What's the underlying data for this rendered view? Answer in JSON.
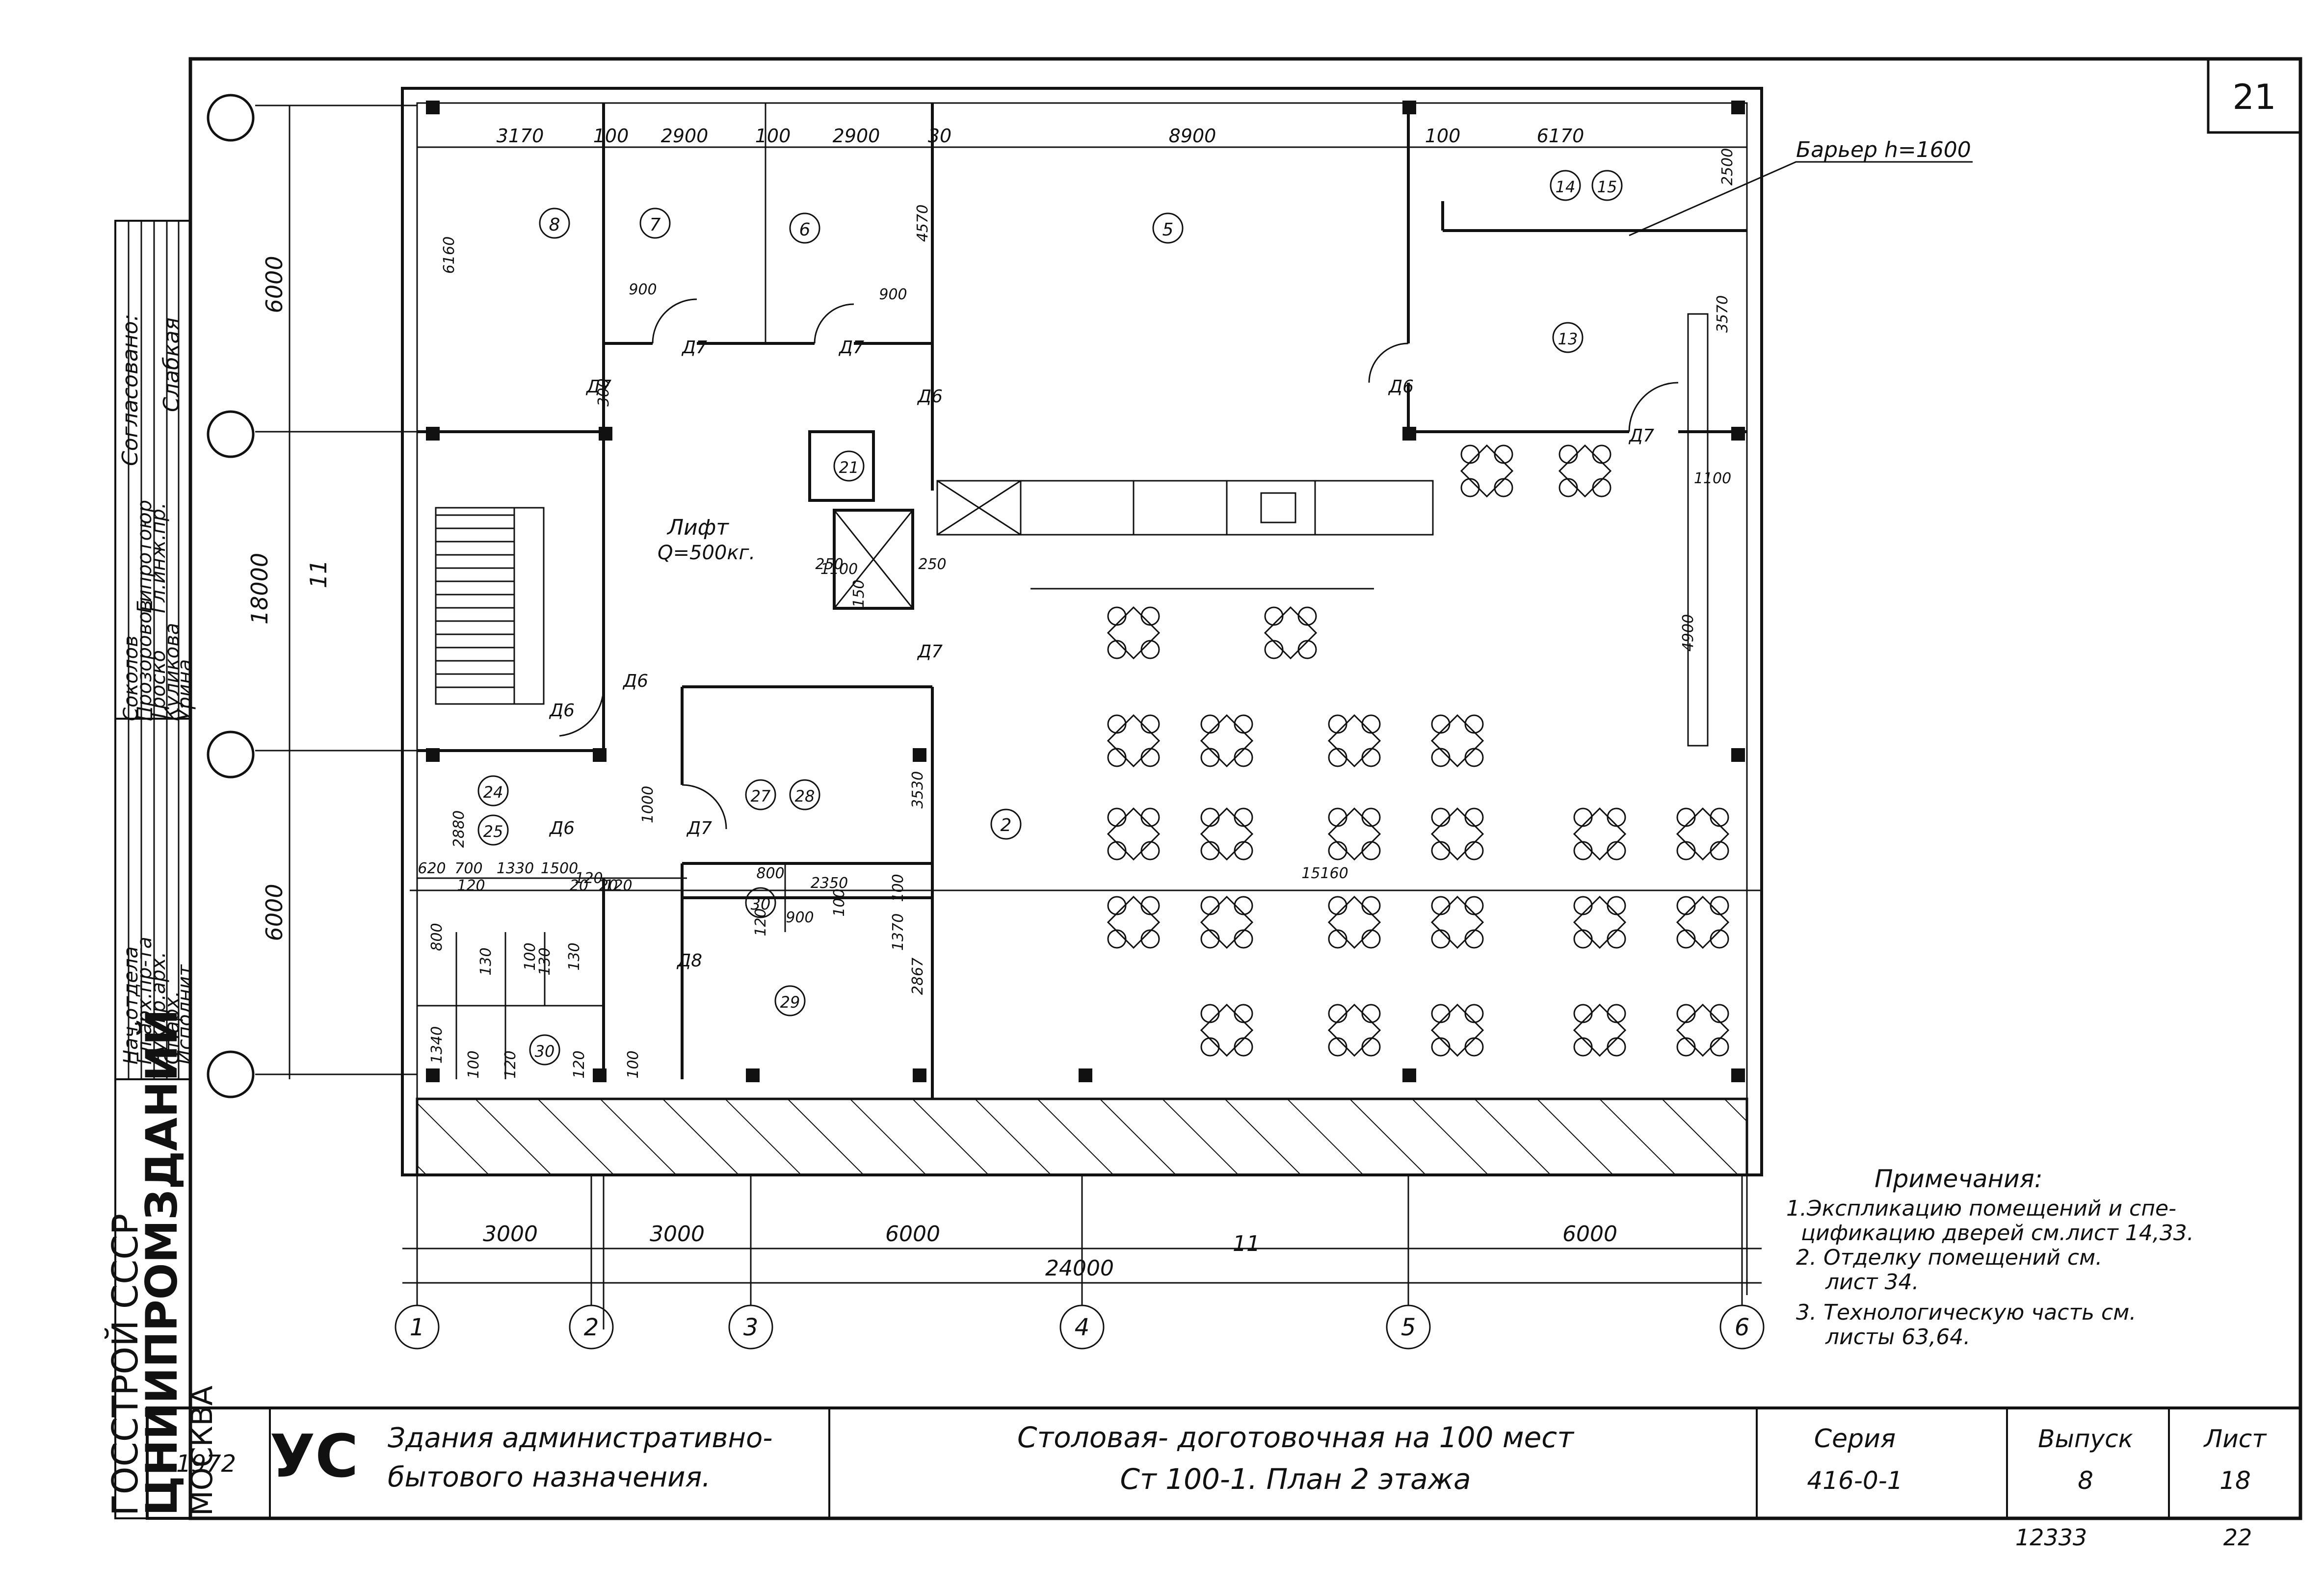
{
  "sheet": {
    "corner_number": "21",
    "left_stamp": {
      "org_lines": [
        "ГОССТРОЙ СССР",
        "ЦНИИПРОМЗДАНИЙ",
        "МОСКВА"
      ],
      "roles": [
        "Нач.отдела",
        "Гл.арх.пр-та",
        "Рук.гр.арх.",
        "Ст.арх.",
        "Исполнит."
      ],
      "names": [
        "Соколов",
        "Прозоровов",
        "Троско",
        "Куликова",
        "Урина"
      ],
      "approval": {
        "title": "Согласовано:",
        "role1": "Гипротоюр",
        "role2": "Гл.инж.пр.",
        "name": "Слабкая"
      }
    }
  },
  "plan": {
    "barrier_label": "Барьер h=1600",
    "lift_label": [
      "Лифт",
      "Q=500кг."
    ],
    "room_numbers": [
      "8",
      "7",
      "6",
      "5",
      "14",
      "15",
      "13",
      "21",
      "2",
      "24",
      "25",
      "27",
      "28",
      "30",
      "29",
      "30"
    ],
    "door_marks": [
      "Д7",
      "Д7",
      "Д7",
      "Д7",
      "Д7",
      "Д6",
      "Д6",
      "Д6",
      "Д6",
      "Д6",
      "Д7",
      "Д8"
    ],
    "dim_top": [
      "3170",
      "100",
      "2900",
      "100",
      "2900",
      "30",
      "8900",
      "100",
      "6170"
    ],
    "dim_left": [
      "6000",
      "18000",
      "11",
      "6000"
    ],
    "dim_misc": [
      "6160",
      "4570",
      "3570",
      "4900",
      "1100",
      "2500",
      "3530",
      "2867",
      "2880",
      "900",
      "300",
      "900",
      "1000",
      "250",
      "250",
      "1100",
      "150",
      "15160",
      "2350",
      "620",
      "700",
      "1330",
      "1500",
      "120",
      "120",
      "20",
      "20",
      "120",
      "800",
      "900",
      "130",
      "130",
      "130",
      "100",
      "120",
      "100",
      "120",
      "100",
      "120",
      "100",
      "100",
      "1370",
      "1340",
      "800"
    ],
    "dim_bottom": [
      "3000",
      "3000",
      "6000",
      "11",
      "6000"
    ],
    "dim_total": "24000",
    "axes_bottom": [
      "1",
      "2",
      "3",
      "4",
      "5",
      "6"
    ]
  },
  "notes": {
    "title": "Примечания:",
    "items": [
      "1.Экспликацию помещений и спе-",
      "цификацию дверей см.лист 14,33.",
      "2. Отделку помещений см.",
      "лист 34.",
      "3. Технологическую часть см.",
      "листы 63,64."
    ]
  },
  "title_block": {
    "year": "1972",
    "logo": "УС",
    "subject": [
      "Здания административно-",
      "бытового назначения."
    ],
    "title": [
      "Столовая- доготовочная  на  100 мест",
      "Ст 100-1.   План  2 этажа"
    ],
    "series_label": "Серия",
    "series_value": "416-0-1",
    "issue_label": "Выпуск",
    "issue_value": "8",
    "sheet_label": "Лист",
    "sheet_value": "18",
    "below_left": "12333",
    "below_right": "22"
  }
}
